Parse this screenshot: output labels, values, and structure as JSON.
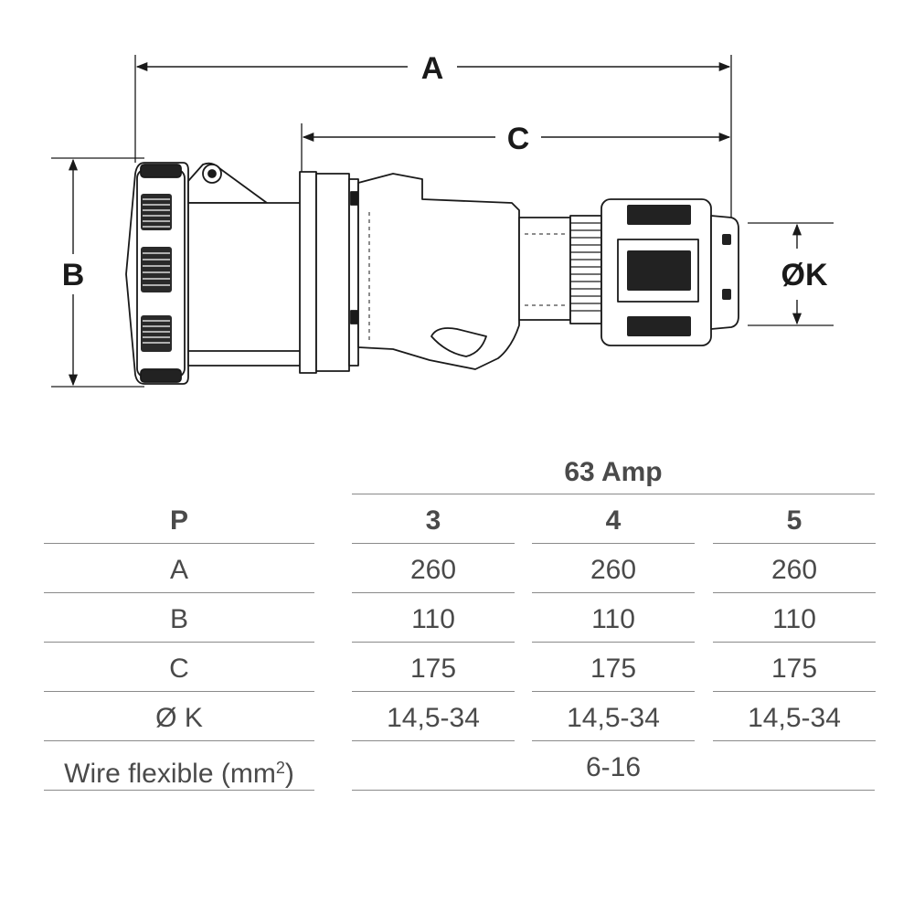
{
  "dimensions": {
    "A": "A",
    "B": "B",
    "C": "C",
    "K": "ØK"
  },
  "table": {
    "group_header": "63 Amp",
    "row_label_header": "P",
    "columns": [
      "3",
      "4",
      "5"
    ],
    "rows": [
      {
        "label": "A",
        "values": [
          "260",
          "260",
          "260"
        ]
      },
      {
        "label": "B",
        "values": [
          "110",
          "110",
          "110"
        ]
      },
      {
        "label": "C",
        "values": [
          "175",
          "175",
          "175"
        ]
      },
      {
        "label": "Ø K",
        "values": [
          "14,5-34",
          "14,5-34",
          "14,5-34"
        ]
      }
    ],
    "wire_row": {
      "label": "Wire flexible (mm",
      "label_sup": "2",
      "label_end": ")",
      "value": "6-16"
    }
  }
}
